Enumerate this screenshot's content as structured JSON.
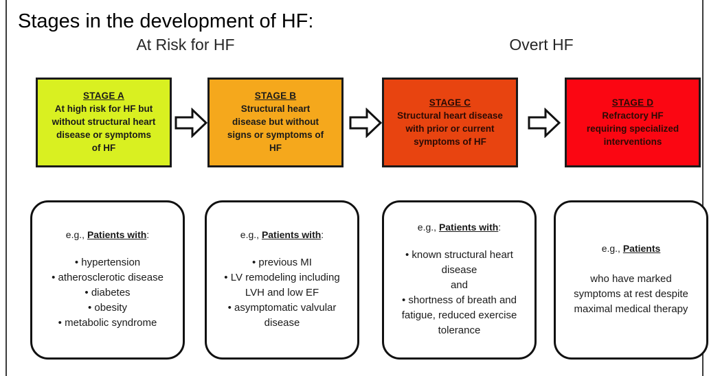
{
  "slide": {
    "title": "Stages in the development of HF:",
    "group_labels": {
      "at_risk": "At Risk for HF",
      "overt": "Overt HF"
    }
  },
  "stages": [
    {
      "id": "stage-a",
      "name": "STAGE A",
      "description": "At high risk for HF but without structural heart disease or symptoms of HF",
      "lines": [
        "At high risk for HF but",
        "without structural heart",
        "disease or symptoms",
        "of HF"
      ],
      "color": "#d9f021"
    },
    {
      "id": "stage-b",
      "name": "STAGE B",
      "description": "Structural heart disease but without signs or symptoms of HF",
      "lines": [
        "Structural heart",
        "disease but without",
        "signs or symptoms of",
        "HF"
      ],
      "color": "#f5a81c"
    },
    {
      "id": "stage-c",
      "name": "STAGE C",
      "description": "Structural heart disease with prior or current symptoms of HF",
      "lines": [
        "Structural heart disease",
        "with prior or current",
        "symptoms of HF"
      ],
      "color": "#e84410"
    },
    {
      "id": "stage-d",
      "name": "STAGE D",
      "description": "Refractory HF requiring specialized interventions",
      "lines": [
        "Refractory HF",
        "requiring specialized",
        "interventions"
      ],
      "color": "#fb0612"
    }
  ],
  "arrows": [
    {
      "id": "arrow-ab",
      "label": "arrow from stage A to stage B"
    },
    {
      "id": "arrow-bc",
      "label": "arrow from stage B to stage C"
    },
    {
      "id": "arrow-cd",
      "label": "arrow from stage C to stage D"
    }
  ],
  "examples": [
    {
      "id": "example-a",
      "head_prefix": "e.g., ",
      "head_strong": "Patients with",
      "head_suffix": ":",
      "lines": [
        "• hypertension",
        "• atherosclerotic disease",
        "• diabetes",
        "• obesity",
        "• metabolic syndrome"
      ]
    },
    {
      "id": "example-b",
      "head_prefix": "e.g., ",
      "head_strong": "Patients with",
      "head_suffix": ":",
      "lines": [
        "• previous MI",
        "• LV remodeling including",
        "LVH and low EF",
        "• asymptomatic valvular",
        "disease"
      ]
    },
    {
      "id": "example-c",
      "head_prefix": "e.g., ",
      "head_strong": "Patients with",
      "head_suffix": ":",
      "lines": [
        "• known structural heart",
        "disease",
        "and",
        "• shortness of breath and",
        "fatigue, reduced exercise",
        "tolerance"
      ]
    },
    {
      "id": "example-d",
      "head_prefix": "e.g., ",
      "head_strong": "Patients",
      "head_suffix": "",
      "lines": [
        "who have marked",
        "symptoms at rest despite",
        "maximal medical therapy"
      ]
    }
  ]
}
